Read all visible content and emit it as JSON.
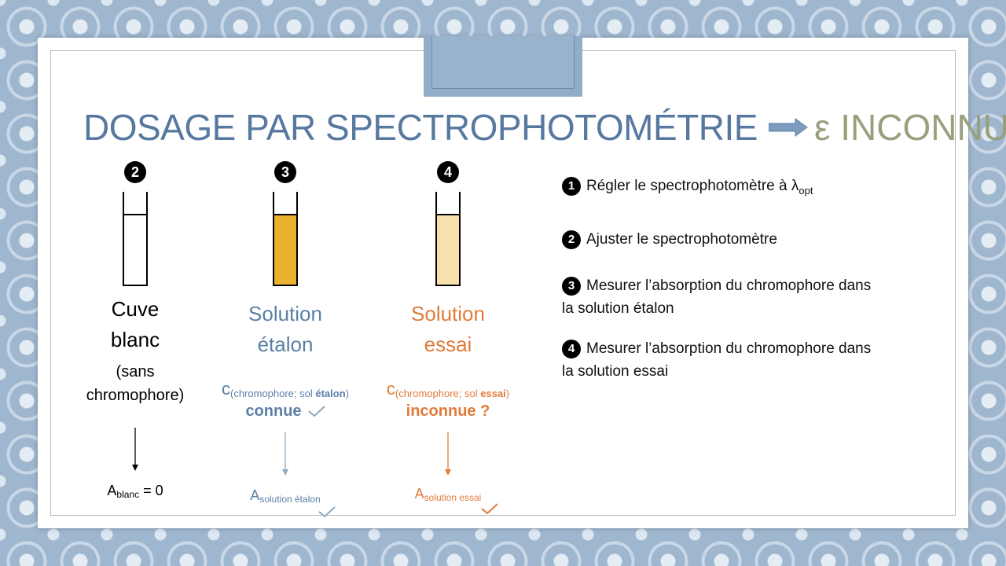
{
  "title": {
    "main": "DOSAGE PAR SPECTROPHOTOMÉTRIE",
    "accent": "ε INCONNU"
  },
  "columns": [
    {
      "badge": "2",
      "label_lines": [
        "Cuve",
        "blanc"
      ],
      "note_lines": [
        "(sans",
        "chromophore)"
      ],
      "absorbance_letter": "A",
      "absorbance_sub": "blanc",
      "absorbance_value": "= 0"
    },
    {
      "badge": "3",
      "label_lines": [
        "Solution",
        "étalon"
      ],
      "conc_letter": "c",
      "conc_sub_prefix": "(chromophore; sol ",
      "conc_sub_bold": "étalon",
      "conc_sub_suffix": ")",
      "conc_status": "connue",
      "absorbance_letter": "A",
      "absorbance_sub": "solution étalon"
    },
    {
      "badge": "4",
      "label_lines": [
        "Solution",
        "essai"
      ],
      "conc_letter": "c",
      "conc_sub_prefix": "(chromophore; sol ",
      "conc_sub_bold": "essai",
      "conc_sub_suffix": ")",
      "conc_status": "inconnue ?",
      "absorbance_letter": "A",
      "absorbance_sub": "solution essai"
    }
  ],
  "steps": [
    {
      "num": "1",
      "text": "Régler le spectrophotomètre à λ",
      "sub": "opt"
    },
    {
      "num": "2",
      "text": "Ajuster le spectrophotomètre"
    },
    {
      "num": "3",
      "text": "Mesurer l’absorption du chromophore dans",
      "text2": "la solution étalon"
    },
    {
      "num": "4",
      "text": "Mesurer l’absorption du chromophore dans",
      "text2": "la solution essai"
    }
  ],
  "colors": {
    "blue": "#5b7fa6",
    "orange": "#e07b39",
    "accent": "#98a07e",
    "fill_etalon": "#e9b22f",
    "fill_essai": "#f6e0ae"
  }
}
